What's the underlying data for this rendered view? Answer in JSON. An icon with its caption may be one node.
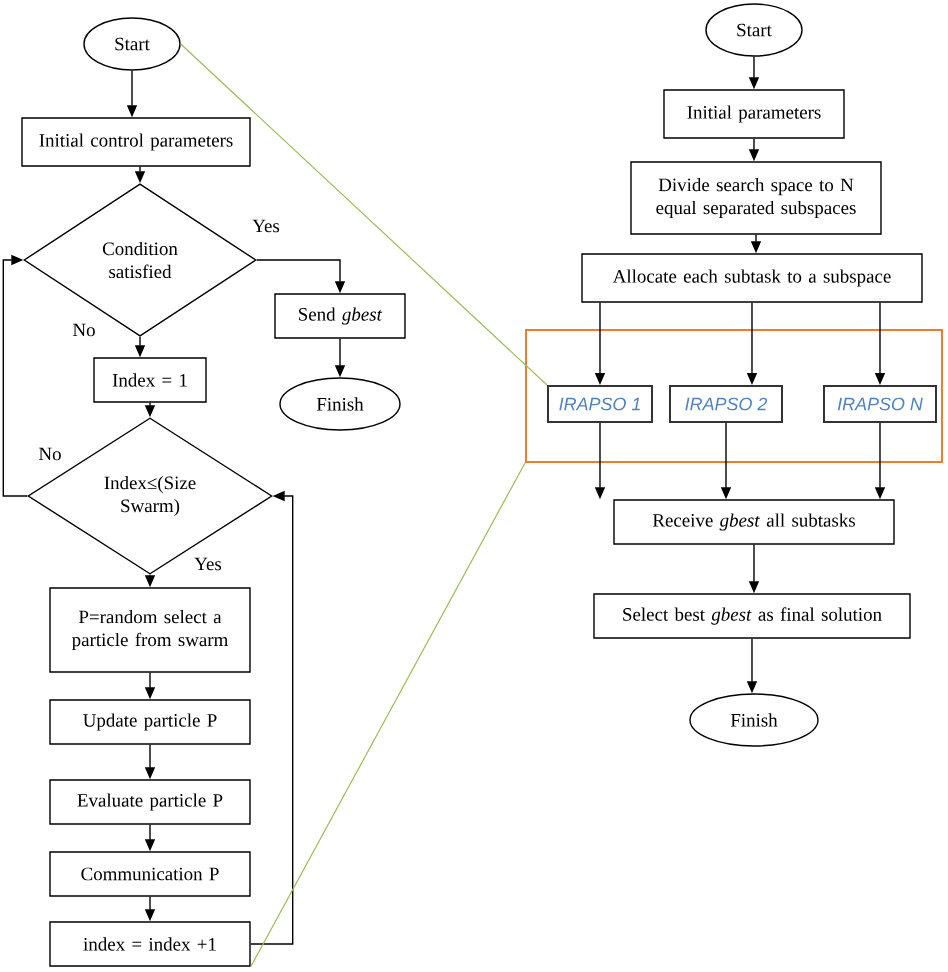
{
  "diagram": {
    "nodes": [
      {
        "text": [
          "Start"
        ]
      },
      {
        "text": [
          "Initial control parameters"
        ]
      },
      {
        "text": [
          "Condition satisfied"
        ]
      },
      {
        "text": [
          "Send *gbest*"
        ]
      },
      {
        "text": [
          "Finish"
        ]
      },
      {
        "text": [
          "Index = 1"
        ]
      },
      {
        "text": [
          "Index≤(Size Swarm)"
        ]
      },
      {
        "text": [
          "P=random select a particle from swarm"
        ]
      },
      {
        "text": [
          "Update particle P"
        ]
      },
      {
        "text": [
          "Evaluate particle P"
        ]
      },
      {
        "text": [
          "Communication P"
        ]
      },
      {
        "text": [
          "index = index +1"
        ]
      },
      {
        "text": [
          "Start"
        ]
      },
      {
        "text": [
          "Initial parameters"
        ]
      },
      {
        "text": [
          "Divide search space to N equal separated subspaces"
        ]
      },
      {
        "text": [
          "Allocate each subtask to a subspace"
        ]
      },
      {
        "text": [],
        "shape": "box"
      },
      {
        "text": [
          "IRAPSO 1"
        ],
        "in": 16
      },
      {
        "text": [
          "IRAPSO 2"
        ],
        "in": 16
      },
      {
        "text": [
          "IRAPSO N"
        ],
        "in": 16
      },
      {
        "text": [
          "Receive *gbest* all subtasks"
        ]
      },
      {
        "text": [
          "Select best *gbest* as final solution"
        ]
      },
      {
        "text": [
          "Finish"
        ]
      }
    ],
    "edges": [
      {
        "from": 0,
        "to": 1,
        "arrow": "to"
      },
      {
        "from": 1,
        "to": 2,
        "arrow": "to"
      },
      {
        "from": 2,
        "to": 3,
        "arrow": "to",
        "label": "Yes"
      },
      {
        "from": 2,
        "to": 5,
        "arrow": "to",
        "label": "No"
      },
      {
        "from": 3,
        "to": 4,
        "arrow": "to"
      },
      {
        "from": 5,
        "to": 6,
        "arrow": "to"
      },
      {
        "from": 6,
        "to": 7,
        "arrow": "to",
        "label": "Yes"
      },
      {
        "from": 6,
        "to": 2,
        "arrow": "to",
        "label": "No"
      },
      {
        "from": 7,
        "to": 8,
        "arrow": "to"
      },
      {
        "from": 8,
        "to": 9,
        "arrow": "to"
      },
      {
        "from": 9,
        "to": 10,
        "arrow": "to"
      },
      {
        "from": 10,
        "to": 11,
        "arrow": "to"
      },
      {
        "from": 11,
        "to": 6,
        "arrow": "to"
      },
      {
        "from": 12,
        "to": 13,
        "arrow": "to"
      },
      {
        "from": 13,
        "to": 14,
        "arrow": "to"
      },
      {
        "from": 14,
        "to": 15,
        "arrow": "to"
      },
      {
        "from": 15,
        "to": 17,
        "arrow": "to"
      },
      {
        "from": 15,
        "to": 18,
        "arrow": "to"
      },
      {
        "from": 15,
        "to": 19,
        "arrow": "to"
      },
      {
        "from": 17,
        "to": 20,
        "arrow": "to"
      },
      {
        "from": 18,
        "to": 20,
        "arrow": "to"
      },
      {
        "from": 19,
        "to": 20,
        "arrow": "to"
      },
      {
        "from": 20,
        "to": 21,
        "arrow": "to"
      },
      {
        "from": 21,
        "to": 22,
        "arrow": "to"
      },
      {
        "from": 0,
        "to": 17,
        "arrow": "none",
        "color": "#9bbb59"
      },
      {
        "from": 11,
        "to": 16,
        "arrow": "none",
        "color": "#9bbb59"
      }
    ]
  }
}
